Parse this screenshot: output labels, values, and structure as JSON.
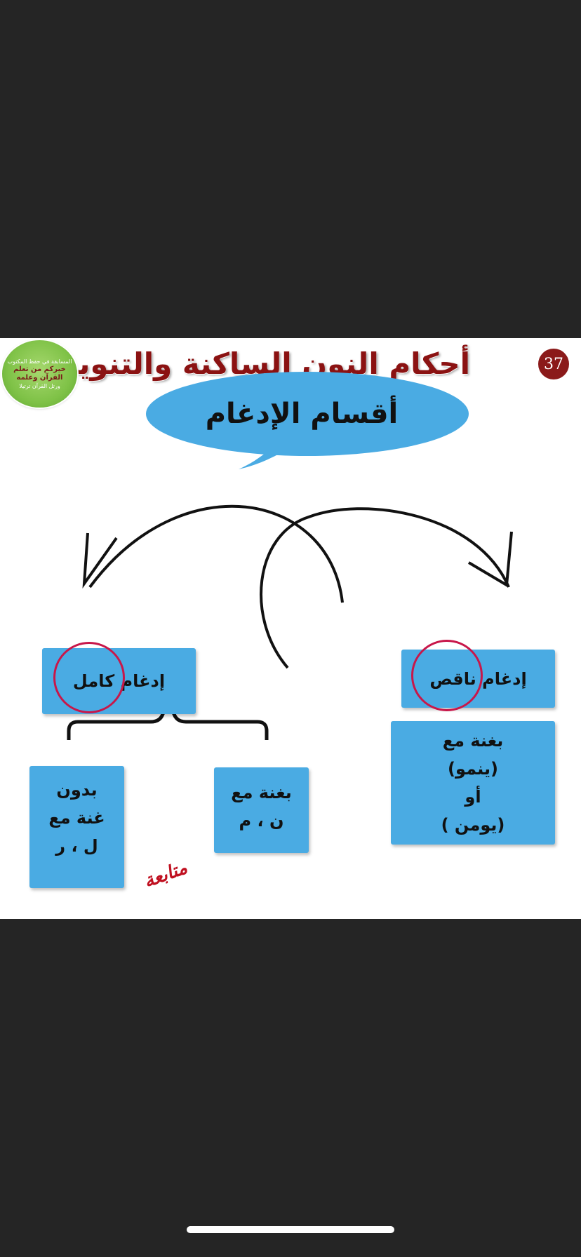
{
  "slide": {
    "page_number": "37",
    "title": "أحكام النون الساكنة والتنوين",
    "logo_lines": [
      "المسابقة في حفظ المكتوب",
      "خيركم من تعلم",
      "القرآن وعلمه",
      "ورتل القرآن ترتيلا"
    ],
    "bubble_text": "أقسام الإدغام",
    "left_header": "إدغام كامل",
    "right_header": "إدغام ناقص",
    "right_detail": [
      "بغنة مع",
      "(ينمو)",
      "أو",
      "(يومن )"
    ],
    "left_sub_a": [
      "بغنة مع",
      "ن ، م"
    ],
    "left_sub_b": [
      "بدون",
      "غنة مع",
      "ل ، ر"
    ],
    "continue_label": "متابعة"
  },
  "colors": {
    "box_blue": "#4aabe3",
    "title_red": "#8b1212",
    "circle_red": "#c8174a",
    "logo_green": "#7fc247"
  }
}
